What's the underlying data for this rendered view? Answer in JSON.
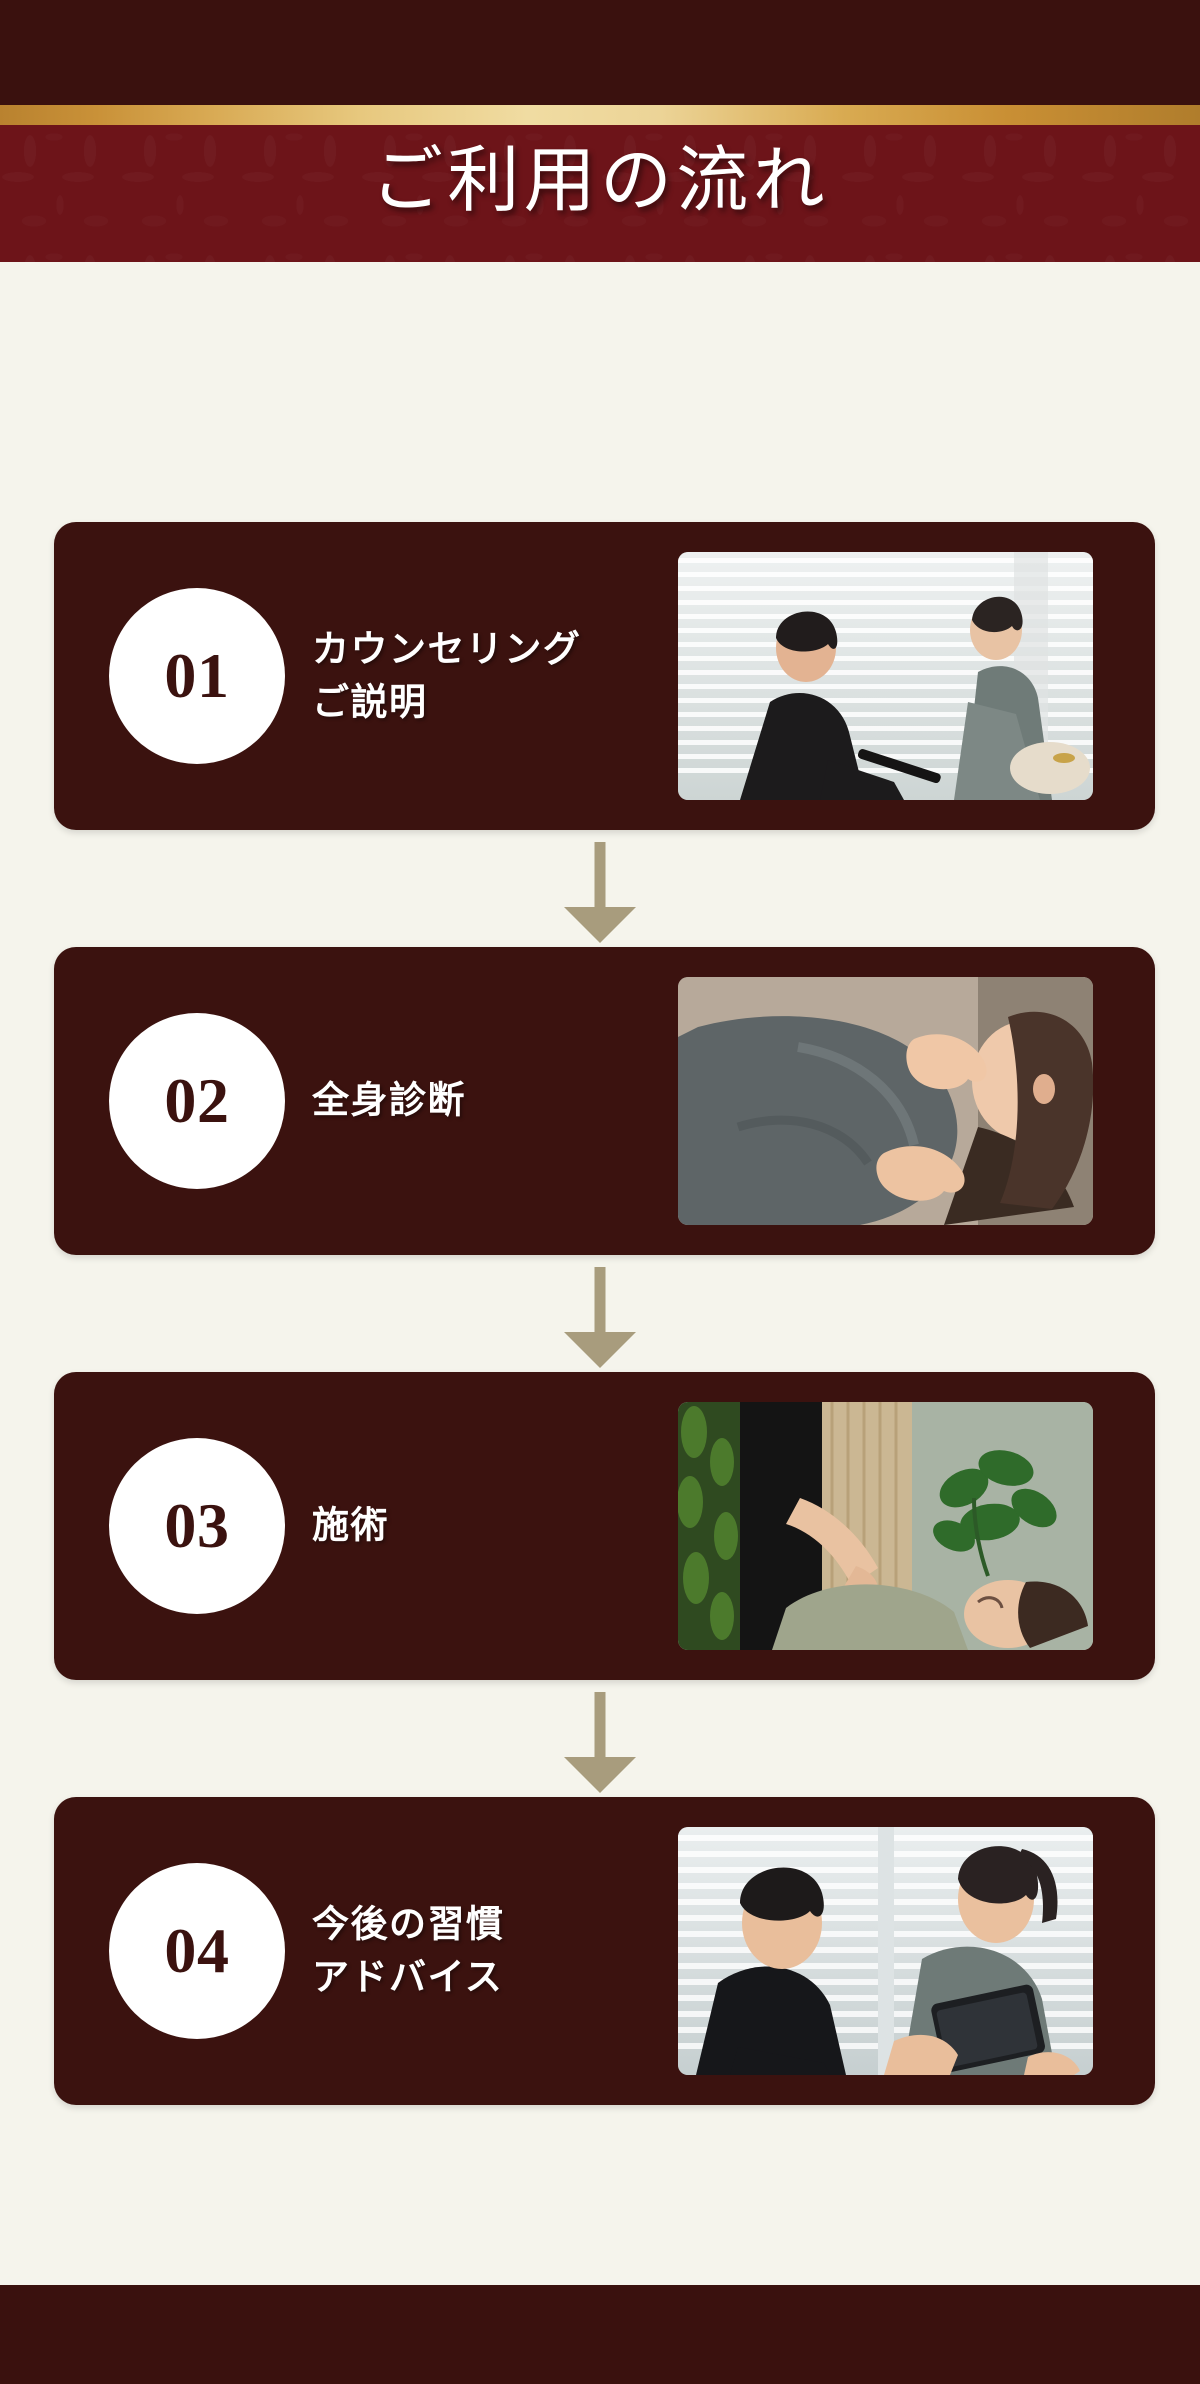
{
  "header": {
    "title": "ご利用の流れ"
  },
  "colors": {
    "page_background": "#f5f4ec",
    "header_dark": "#3a110e",
    "header_band": "#6d1419",
    "gold_accent": "#e7c87e",
    "card_background": "#3b120f",
    "badge_background": "#ffffff",
    "badge_text": "#3b120f",
    "arrow": "#a89c7d",
    "card_text": "#ffffff"
  },
  "flow": {
    "steps": [
      {
        "number": "01",
        "label": "カウンセリング\nご説明",
        "photo_alt": "counseling-photo"
      },
      {
        "number": "02",
        "label": "全身診断",
        "photo_alt": "full-body-assessment-photo"
      },
      {
        "number": "03",
        "label": "施術",
        "photo_alt": "treatment-photo"
      },
      {
        "number": "04",
        "label": "今後の習慣\nアドバイス",
        "photo_alt": "advice-photo"
      }
    ],
    "connector_icon": "down-arrow-icon"
  }
}
